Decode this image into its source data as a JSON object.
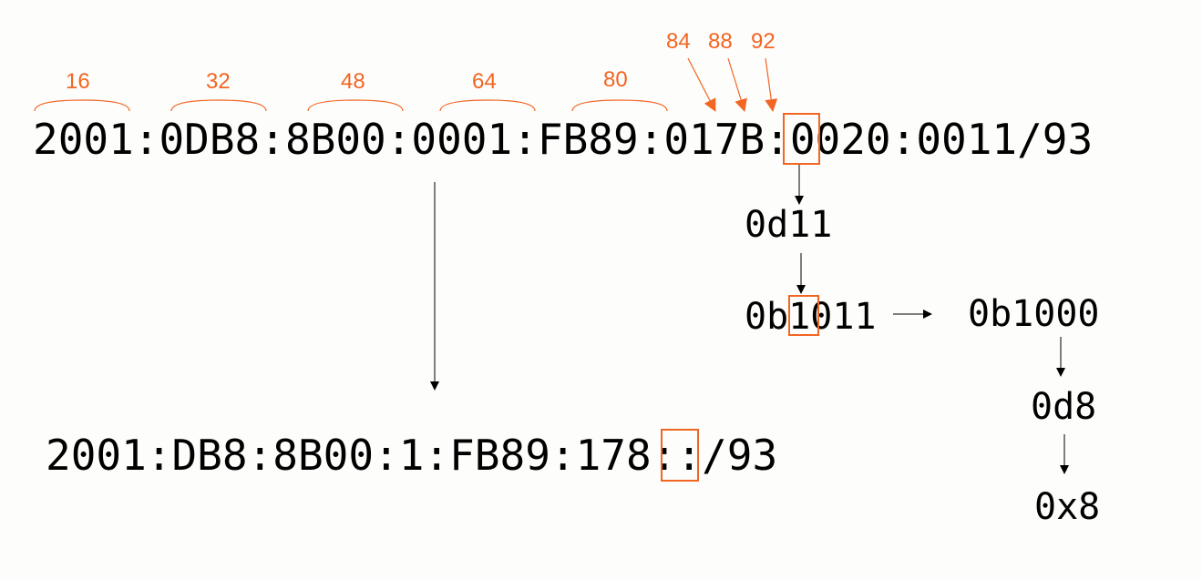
{
  "bit_labels": [
    "16",
    "32",
    "48",
    "64",
    "80"
  ],
  "arrow_labels": [
    "84",
    "88",
    "92"
  ],
  "address_full": {
    "part1": "2001:0DB8:8B00:0001:FB89:017",
    "highlight": "B",
    "part2": ":0020:0011/93"
  },
  "steps": {
    "decimal": "0d11",
    "binary_pre": "0b",
    "binary_highlight": "1",
    "binary_post": "011",
    "masked_binary": "0b1000",
    "masked_decimal": "0d8",
    "masked_hex": "0x8"
  },
  "address_compressed": {
    "part1": "2001:DB8:8B00:1:FB89:17",
    "highlight": "8",
    "part2": "::/93"
  },
  "colors": {
    "accent": "#f26522",
    "text": "#000000",
    "background": "#fdfdfc"
  }
}
